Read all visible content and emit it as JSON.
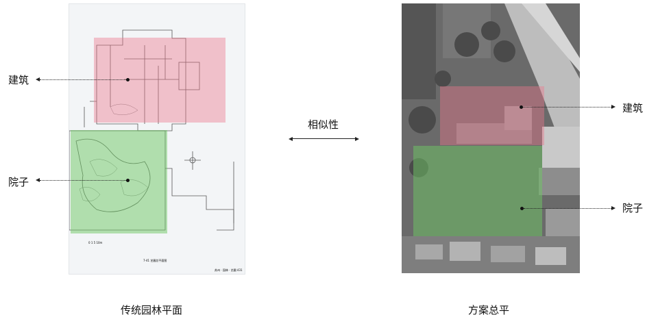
{
  "left_panel": {
    "caption": "传统园林平面",
    "building_label": "建筑",
    "courtyard_label": "院子",
    "sheet_title": "7-41  艺圃总平面图",
    "scale_text": "0  1     5        10m",
    "page_footer": "苏州 · 园林 · 艺圃   431"
  },
  "middle": {
    "similarity_label": "相似性"
  },
  "right_panel": {
    "caption": "方案总平",
    "building_label": "建筑",
    "courtyard_label": "院子"
  },
  "colors": {
    "building_overlay": "#ec788c",
    "courtyard_overlay": "#6ec864"
  }
}
